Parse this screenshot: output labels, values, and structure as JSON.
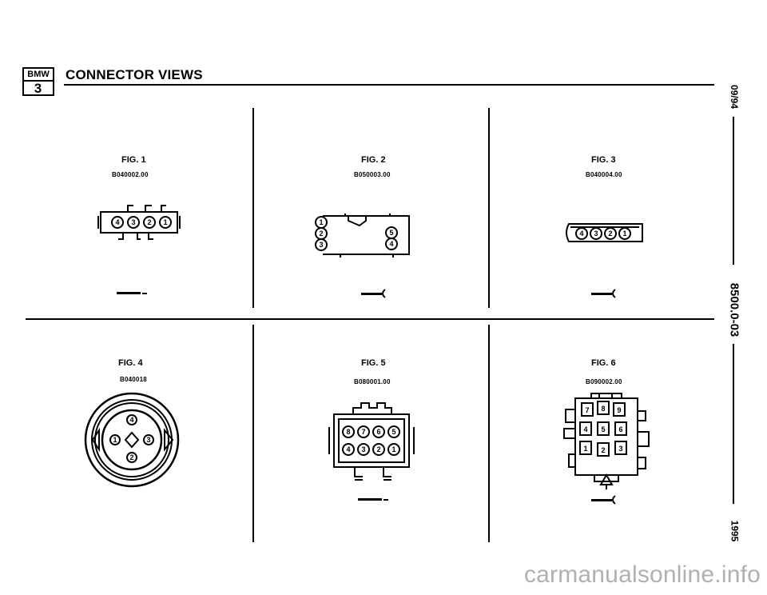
{
  "header": {
    "logo_top": "BMW",
    "logo_bottom": "3",
    "title": "CONNECTOR VIEWS"
  },
  "sidebar": {
    "date": "09/94",
    "page_number": "8500.0-03",
    "year": "1995"
  },
  "figures": [
    {
      "label": "FIG. 1",
      "code": "B040002.00"
    },
    {
      "label": "FIG. 2",
      "code": "B050003.00"
    },
    {
      "label": "FIG. 3",
      "code": "B040004.00"
    },
    {
      "label": "FIG. 4",
      "code": "B040018"
    },
    {
      "label": "FIG. 5",
      "code": "B080001.00"
    },
    {
      "label": "FIG. 6",
      "code": "B090002.00"
    }
  ],
  "pins": {
    "fig1": [
      "4",
      "3",
      "2",
      "1"
    ],
    "fig2_left": [
      "1",
      "2",
      "3"
    ],
    "fig2_right": [
      "5",
      "4"
    ],
    "fig3": [
      "4",
      "3",
      "2",
      "1"
    ],
    "fig4": [
      "4",
      "1",
      "3",
      "2"
    ],
    "fig5_top": [
      "8",
      "7",
      "6",
      "5"
    ],
    "fig5_bottom": [
      "4",
      "3",
      "2",
      "1"
    ],
    "fig6": [
      "7",
      "8",
      "9",
      "4",
      "5",
      "6",
      "1",
      "2",
      "3"
    ]
  },
  "watermark": "carmanualsonline.info"
}
